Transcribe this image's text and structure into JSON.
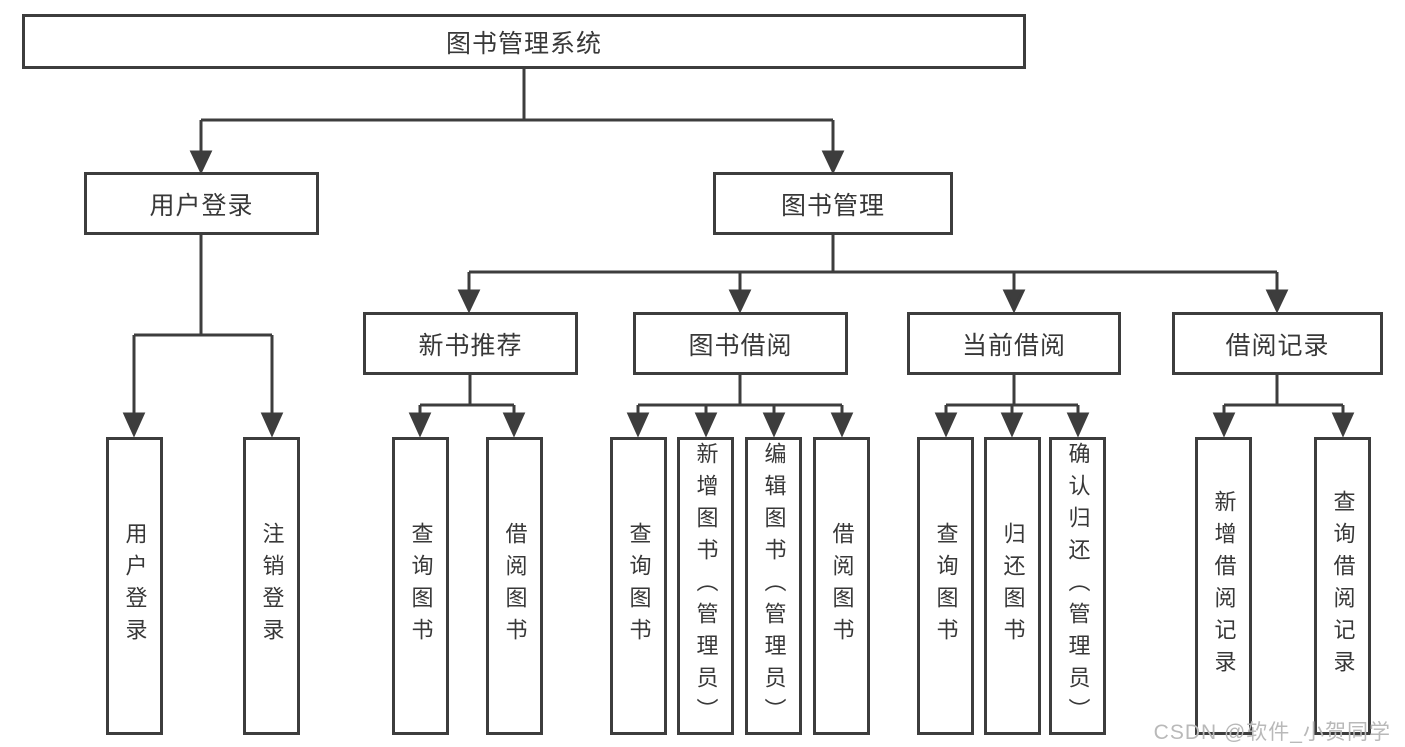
{
  "diagram": {
    "root": {
      "label": "图书管理系统"
    },
    "level1": {
      "user_login_branch": {
        "label": "用户登录"
      },
      "book_mgmt_branch": {
        "label": "图书管理"
      }
    },
    "level2": {
      "new_book_rec": {
        "label": "新书推荐"
      },
      "book_borrow": {
        "label": "图书借阅"
      },
      "current_borrow": {
        "label": "当前借阅"
      },
      "borrow_record": {
        "label": "借阅记录"
      }
    },
    "leaves": {
      "user_login": {
        "label": "用户登录"
      },
      "logout": {
        "label": "注销登录"
      },
      "query_books_1": {
        "label": "查询图书"
      },
      "borrow_books_1": {
        "label": "借阅图书"
      },
      "query_books_2": {
        "label": "查询图书"
      },
      "add_books_admin": {
        "label": "新增图书（管理员）"
      },
      "edit_books_admin": {
        "label": "编辑图书（管理员）"
      },
      "borrow_books_2": {
        "label": "借阅图书"
      },
      "query_books_3": {
        "label": "查询图书"
      },
      "return_books": {
        "label": "归还图书"
      },
      "confirm_return_admin": {
        "label": "确认归还（管理员）"
      },
      "add_borrow_record": {
        "label": "新增借阅记录"
      },
      "query_borrow_record": {
        "label": "查询借阅记录"
      }
    }
  },
  "watermark": {
    "text": "CSDN @软件_小贺同学"
  },
  "colors": {
    "line": "#3d3d3d",
    "box_border": "#3d3d3d",
    "text": "#383838",
    "background": "#ffffff",
    "watermark": "#b9b9b9"
  }
}
